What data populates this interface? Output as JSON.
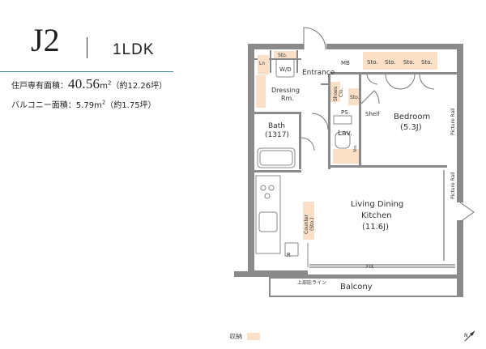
{
  "header": {
    "unit_code": "J2",
    "unit_type": "1LDK"
  },
  "areas": {
    "exclusive_label": "住戸専有面積：",
    "exclusive_value": "40.56",
    "exclusive_unit": "m",
    "exclusive_tsubo": "（約12.26坪）",
    "balcony_label": "バルコニー面積：",
    "balcony_value": "5.79",
    "balcony_unit": "m",
    "balcony_tsubo": "（約1.75坪）",
    "unit_sup": "2"
  },
  "rooms": {
    "entrance": "Entrance",
    "mb": "MB",
    "sto": "Sto.",
    "wd": "W/D",
    "ln": "Ln",
    "dressing_1": "Dressing",
    "dressing_2": "Rm.",
    "shoes_1": "Shoes",
    "shoes_2": "Clo.",
    "ps": "PS",
    "shelf": "Shelf",
    "bedroom": "Bedroom",
    "bedroom_size": "(5.3J)",
    "lav": "Lav.",
    "bath": "Bath",
    "bath_size": "(1317)",
    "picture_rail": "Picture Rail",
    "ldk_1": "Living Dining",
    "ldk_2": "Kitchen",
    "ldk_size": "(11.6J)",
    "counter_1": "Counter",
    "counter_2": "(Sto.)",
    "refrigerator": "R",
    "fix": "FIX",
    "upper_line": "上部庇ライン",
    "balcony": "Balcony"
  },
  "legend": {
    "storage_label": "収納"
  },
  "colors": {
    "storage_fill": "#fbe0c7",
    "wall": "#8a8a8a",
    "accent_rule": "#4d8a8f"
  },
  "icons": {
    "north": "north-arrow-icon"
  }
}
